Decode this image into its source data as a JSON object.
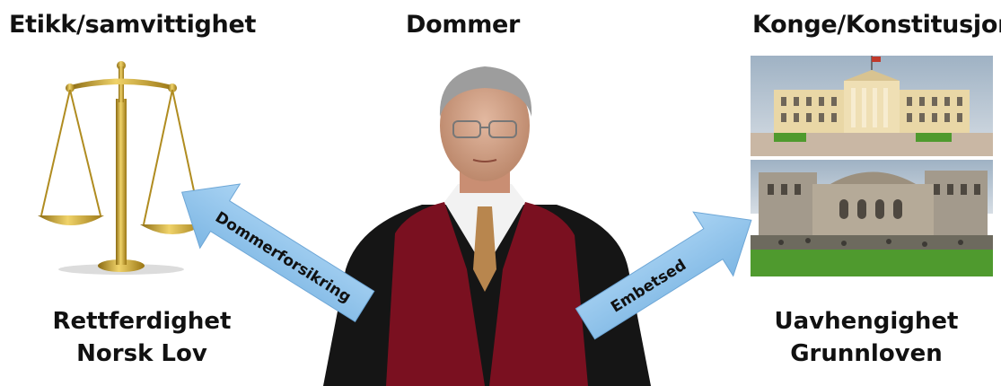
{
  "headings": {
    "left": "Etikk/samvittighet",
    "center": "Dommer",
    "right": "Konge/Konstitusjon"
  },
  "bottom_left": {
    "line1": "Rettferdighet",
    "line2": "Norsk Lov"
  },
  "bottom_right": {
    "line1": "Uavhengighet",
    "line2": "Grunnloven"
  },
  "arrows": {
    "left_label": "Dommerforsikring",
    "right_label": "Embetsed",
    "color": "#8fc4ec"
  },
  "colors": {
    "robe_red": "#7a1020",
    "robe_black": "#141414",
    "gold": "#c9a227",
    "grass": "#4f9a2e",
    "sky": "#b9c8d6"
  }
}
